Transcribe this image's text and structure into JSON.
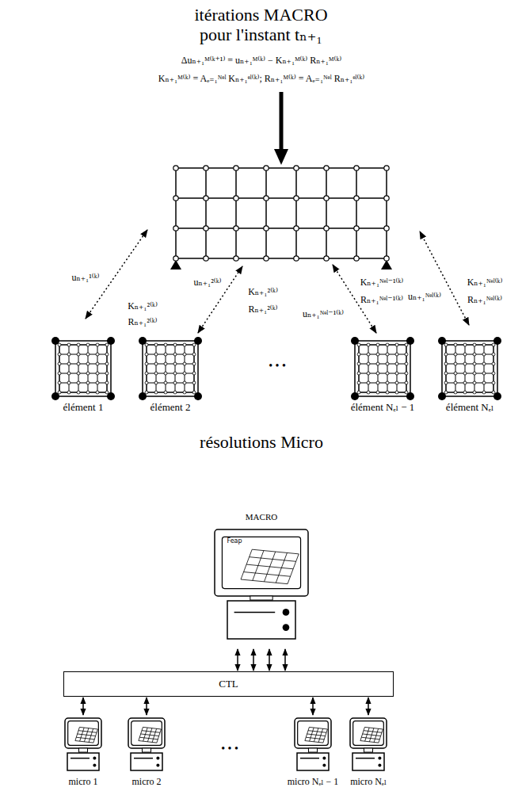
{
  "diagram": {
    "title": "itérations MACRO pour l'instant tₙ₊₁",
    "nodes": [
      {
        "text": [
          "élément 1"
        ]
      },
      {
        "text": [
          "élément 2"
        ]
      },
      {
        "text": [
          "élément Nₑₗ − 1"
        ]
      },
      {
        "text": [
          "élément Nₑₗ"
        ]
      },
      {
        "text": [
          "MACRO"
        ]
      },
      {
        "text": [
          "CTL"
        ]
      },
      {
        "text": [
          "micro 1"
        ]
      },
      {
        "text": [
          "micro 2"
        ]
      },
      {
        "text": [
          "micro Nₑₗ − 1"
        ]
      },
      {
        "text": [
          "micro Nₑₗ"
        ]
      }
    ],
    "edges": [
      {
        "from": 4,
        "to": 5,
        "arrow": "both"
      },
      {
        "from": 4,
        "to": 5,
        "arrow": "both"
      },
      {
        "from": 4,
        "to": 5,
        "arrow": "both"
      },
      {
        "from": 4,
        "to": 5,
        "arrow": "both"
      },
      {
        "from": 5,
        "to": 6,
        "arrow": "both"
      },
      {
        "from": 5,
        "to": 7,
        "arrow": "both"
      },
      {
        "from": 5,
        "to": 8,
        "arrow": "both"
      },
      {
        "from": 5,
        "to": 9,
        "arrow": "both"
      }
    ],
    "labels": [
      "Δuₙ₊₁ᴹ⁽ᵏ⁺¹⁾ = uₙ₊₁ᴹ⁽ᵏ⁾ − Kₙ₊₁ᴹ⁽ᵏ⁾ Rₙ₊₁ᴹ⁽ᵏ⁾",
      "Kₙ₊₁ᴹ⁽ᵏ⁾ = Aₑ₌₁ᴺᵉˡ Kₙ₊₁ᵉˡ⁽ᵏ⁾;    Rₙ₊₁ᴹ⁽ᵏ⁾ = Aₑ₌₁ᴺᵉˡ Rₙ₊₁ᵉˡ⁽ᵏ⁾",
      "uₙ₊₁¹⁽ᵏ⁾",
      "Kₙ₊₁²⁽ᵏ⁾",
      "Rₙ₊₁²⁽ᵏ⁾",
      "uₙ₊₁²⁽ᵏ⁾",
      "Kₙ₊₁²⁽ᵏ⁾",
      "Rₙ₊₁²⁽ᵏ⁾",
      "uₙ₊₁ᴺᵉˡ⁻¹⁽ᵏ⁾",
      "Kₙ₊₁ᴺᵉˡ⁻¹⁽ᵏ⁾",
      "Rₙ₊₁ᴺᵉˡ⁻¹⁽ᵏ⁾",
      "uₙ₊₁ᴺᵉˡ⁽ᵏ⁾",
      "Kₙ₊₁ᴺᵉˡ⁽ᵏ⁾",
      "Rₙ₊₁ᴺᵉˡ⁽ᵏ⁾",
      "• • •",
      "résolutions Micro",
      "Feap",
      "• • •"
    ]
  }
}
